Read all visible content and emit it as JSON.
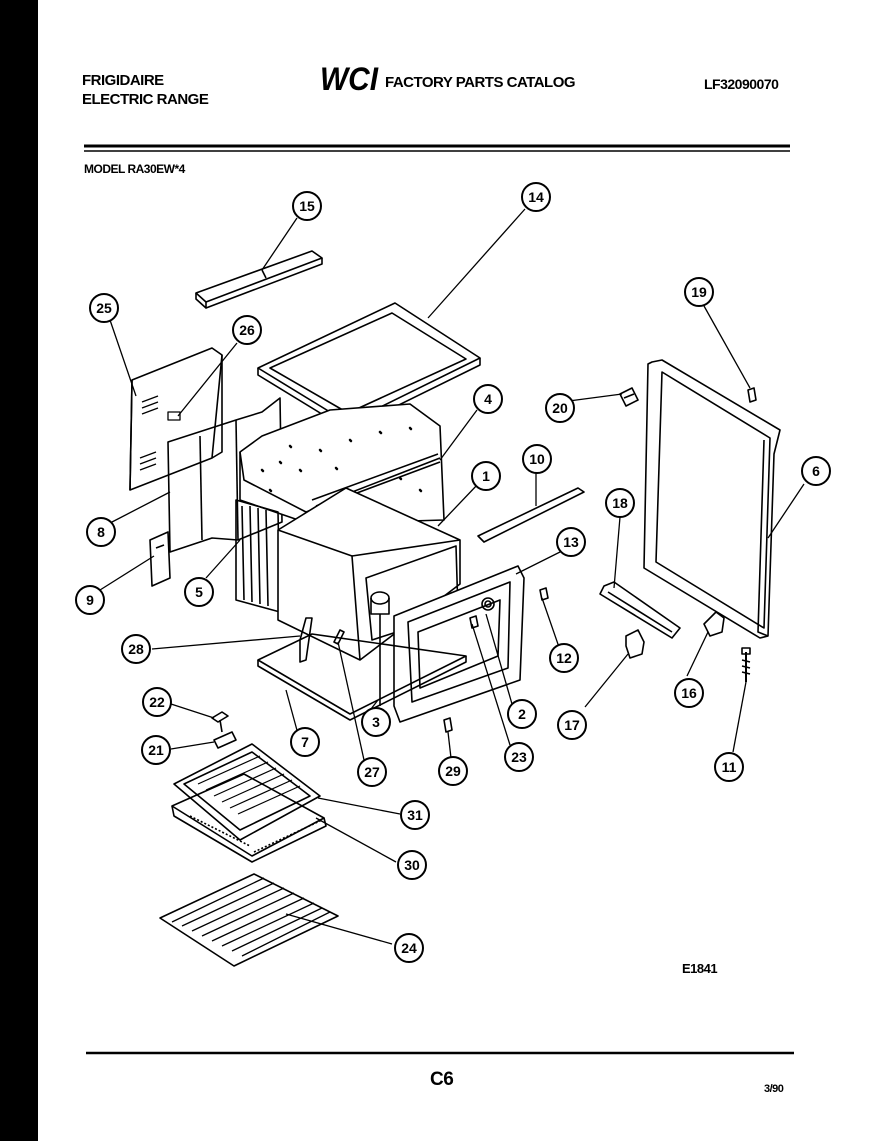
{
  "header": {
    "brand_line1": "FRIGIDAIRE",
    "brand_line2": "ELECTRIC RANGE",
    "logo_text": "WCI",
    "catalog_title": "FACTORY PARTS CATALOG",
    "catalog_number": "LF32090070",
    "model_label": "MODEL RA30EW*4"
  },
  "diagram": {
    "figure_code": "E1841",
    "callouts": [
      "1",
      "2",
      "3",
      "4",
      "5",
      "6",
      "7",
      "8",
      "9",
      "10",
      "11",
      "12",
      "13",
      "14",
      "15",
      "16",
      "17",
      "18",
      "19",
      "20",
      "21",
      "22",
      "23",
      "24",
      "25",
      "26",
      "27",
      "28",
      "29",
      "30",
      "31"
    ]
  },
  "footer": {
    "page_number": "C6",
    "date_code": "3/90"
  }
}
